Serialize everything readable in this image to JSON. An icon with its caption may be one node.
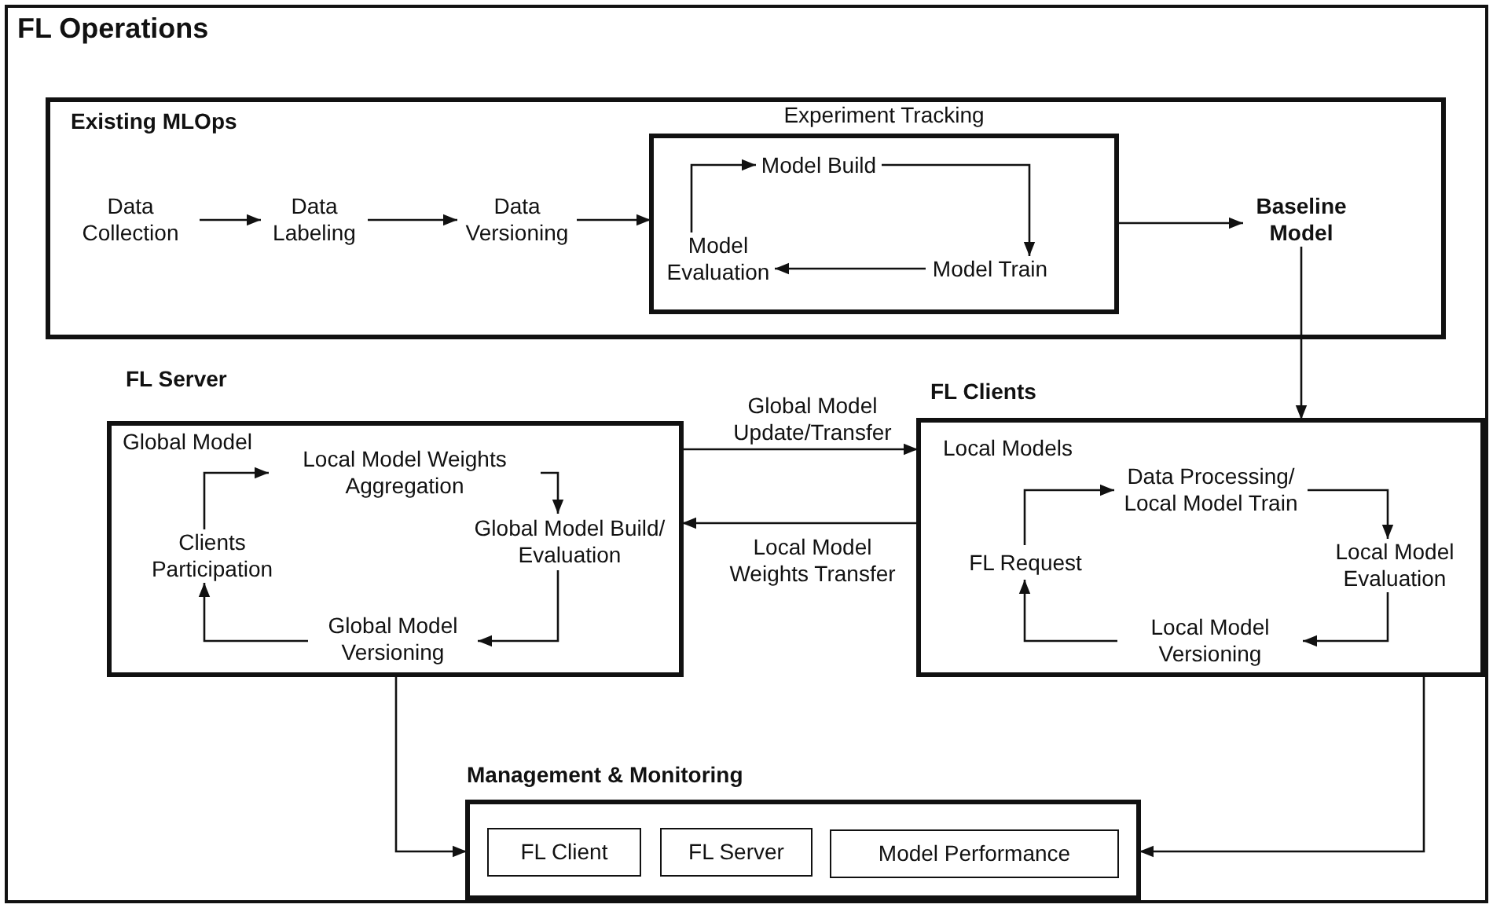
{
  "diagram": {
    "nodes": [
      {
        "text": [
          "FL Operations"
        ]
      },
      {
        "text": [
          "Existing MLOps"
        ],
        "in": 0
      },
      {
        "text": [
          "Data Collection"
        ],
        "in": 1
      },
      {
        "text": [
          "Data Labeling"
        ],
        "in": 1
      },
      {
        "text": [
          "Data Versioning"
        ],
        "in": 1
      },
      {
        "text": [
          "Experiment Tracking"
        ],
        "in": 1
      },
      {
        "text": [
          "Model Build"
        ],
        "in": 5
      },
      {
        "text": [
          "Model Train"
        ],
        "in": 5
      },
      {
        "text": [
          "Model Evaluation"
        ],
        "in": 5
      },
      {
        "text": [
          "Baseline Model"
        ],
        "in": 1
      },
      {
        "text": [
          "FL Server",
          "Global Model"
        ],
        "in": 0
      },
      {
        "text": [
          "Local Model Weights Aggregation"
        ],
        "in": 10
      },
      {
        "text": [
          "Global Model Build/ Evaluation"
        ],
        "in": 10
      },
      {
        "text": [
          "Global Model Versioning"
        ],
        "in": 10
      },
      {
        "text": [
          "Clients Participation"
        ],
        "in": 10
      },
      {
        "text": [
          "FL Clients",
          "Local Models"
        ],
        "in": 0
      },
      {
        "text": [
          "Data Processing/ Local Model Train"
        ],
        "in": 15
      },
      {
        "text": [
          "Local Model Evaluation"
        ],
        "in": 15
      },
      {
        "text": [
          "Local Model Versioning"
        ],
        "in": 15
      },
      {
        "text": [
          "FL Request"
        ],
        "in": 15
      },
      {
        "text": [
          "Management & Monitoring"
        ],
        "in": 0
      },
      {
        "text": [
          "FL Client"
        ],
        "in": 20
      },
      {
        "text": [
          "FL Server"
        ],
        "in": 20
      },
      {
        "text": [
          "Model Performance"
        ],
        "in": 20
      }
    ],
    "edges": [
      {
        "from": 2,
        "to": 3,
        "arrow": "to"
      },
      {
        "from": 3,
        "to": 4,
        "arrow": "to"
      },
      {
        "from": 4,
        "to": 5,
        "arrow": "to"
      },
      {
        "from": 8,
        "to": 6,
        "arrow": "to"
      },
      {
        "from": 6,
        "to": 7,
        "arrow": "to"
      },
      {
        "from": 7,
        "to": 8,
        "arrow": "to"
      },
      {
        "from": 5,
        "to": 9,
        "arrow": "to"
      },
      {
        "from": 9,
        "to": 15,
        "arrow": "to"
      },
      {
        "from": 10,
        "to": 15,
        "arrow": "to",
        "label": "Global Model Update/Transfer"
      },
      {
        "from": 15,
        "to": 10,
        "arrow": "to",
        "label": "Local Model Weights Transfer"
      },
      {
        "from": 14,
        "to": 11,
        "arrow": "to"
      },
      {
        "from": 11,
        "to": 12,
        "arrow": "to"
      },
      {
        "from": 12,
        "to": 13,
        "arrow": "to"
      },
      {
        "from": 13,
        "to": 14,
        "arrow": "to"
      },
      {
        "from": 19,
        "to": 16,
        "arrow": "to"
      },
      {
        "from": 16,
        "to": 17,
        "arrow": "to"
      },
      {
        "from": 17,
        "to": 18,
        "arrow": "to"
      },
      {
        "from": 18,
        "to": 19,
        "arrow": "to"
      },
      {
        "from": 10,
        "to": 20,
        "arrow": "to"
      },
      {
        "from": 15,
        "to": 20,
        "arrow": "to"
      }
    ]
  }
}
